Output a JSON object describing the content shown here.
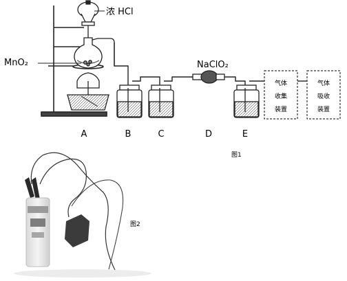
{
  "figure1": {
    "caption": "图1",
    "reagents": {
      "hcl": "浓 HCl",
      "mno2": "MnO₂",
      "naclo2": "NaClO₂"
    },
    "apparatus_labels": [
      "A",
      "B",
      "C",
      "D",
      "E"
    ],
    "box_collect": [
      "气体",
      "收集",
      "装置"
    ],
    "box_absorb": [
      "气体",
      "吸收",
      "装置"
    ]
  },
  "figure2": {
    "caption": "图2"
  }
}
